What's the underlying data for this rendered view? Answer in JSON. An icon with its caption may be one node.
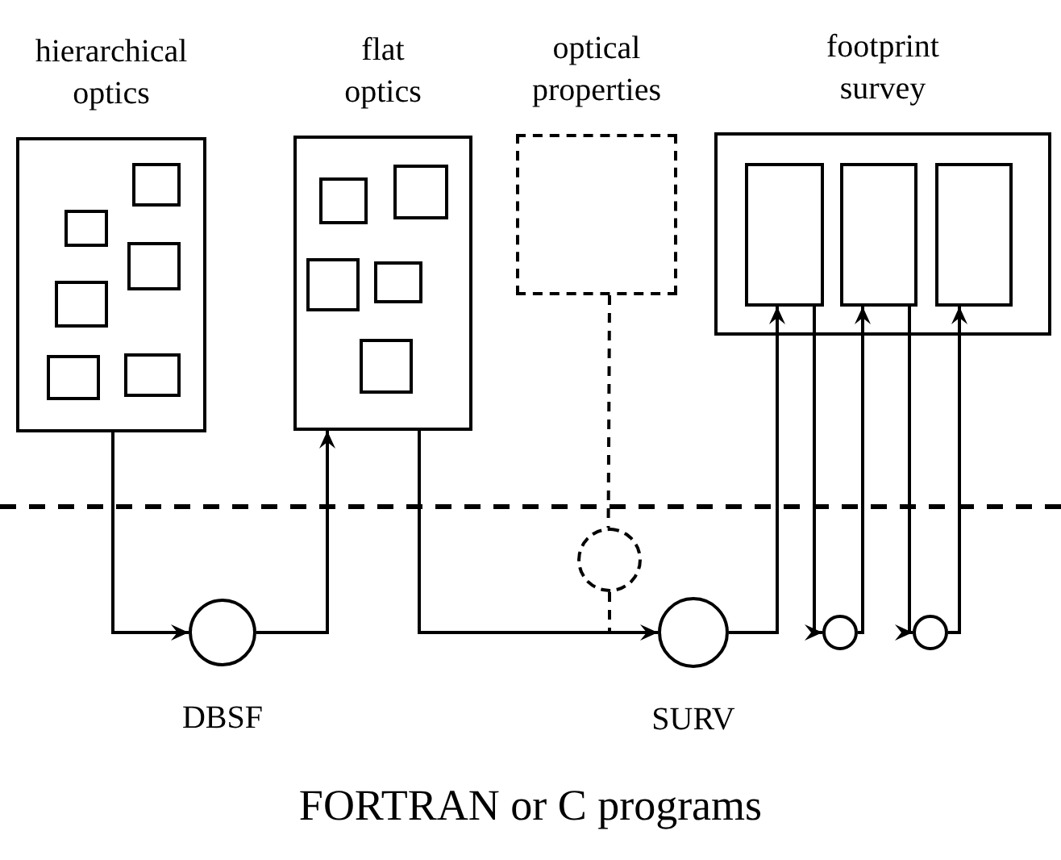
{
  "diagram": {
    "caption": "FORTRAN or C programs",
    "nodes": [
      {
        "text": [
          "hierarchical optics"
        ]
      },
      {
        "text": [],
        "shape": "box",
        "in": 0
      },
      {
        "text": [],
        "shape": "box",
        "in": 0
      },
      {
        "text": [],
        "shape": "box",
        "in": 0
      },
      {
        "text": [],
        "shape": "box",
        "in": 0
      },
      {
        "text": [],
        "shape": "box",
        "in": 0
      },
      {
        "text": [],
        "shape": "box",
        "in": 0
      },
      {
        "text": [
          "flat optics"
        ]
      },
      {
        "text": [],
        "shape": "box",
        "in": 7
      },
      {
        "text": [],
        "shape": "box",
        "in": 7
      },
      {
        "text": [],
        "shape": "box",
        "in": 7
      },
      {
        "text": [],
        "shape": "box",
        "in": 7
      },
      {
        "text": [],
        "shape": "box",
        "in": 7
      },
      {
        "text": [
          "optical properties"
        ]
      },
      {
        "text": [
          "footprint survey"
        ]
      },
      {
        "text": [],
        "shape": "box",
        "in": 14
      },
      {
        "text": [],
        "shape": "box",
        "in": 14
      },
      {
        "text": [],
        "shape": "box",
        "in": 14
      },
      {
        "text": [],
        "shape": "circle",
        "beside": [
          "DBSF"
        ]
      },
      {
        "text": [],
        "shape": "circle"
      },
      {
        "text": [],
        "shape": "circle",
        "beside": [
          "SURV"
        ]
      },
      {
        "text": [],
        "shape": "circle"
      },
      {
        "text": [],
        "shape": "circle"
      }
    ],
    "edges": [
      {
        "from": 0,
        "to": 18,
        "arrow": "to"
      },
      {
        "from": 18,
        "to": 7,
        "arrow": "to"
      },
      {
        "from": 7,
        "to": 20,
        "arrow": "to"
      },
      {
        "from": 13,
        "to": 19,
        "arrow": "none",
        "style": "dashed"
      },
      {
        "from": 19,
        "to": 20,
        "arrow": "none",
        "style": "dashed"
      },
      {
        "from": 20,
        "to": 15,
        "arrow": "to"
      },
      {
        "from": 15,
        "to": 21,
        "arrow": "to"
      },
      {
        "from": 21,
        "to": 16,
        "arrow": "to"
      },
      {
        "from": 16,
        "to": 22,
        "arrow": "to"
      },
      {
        "from": 22,
        "to": 17,
        "arrow": "to"
      }
    ]
  }
}
